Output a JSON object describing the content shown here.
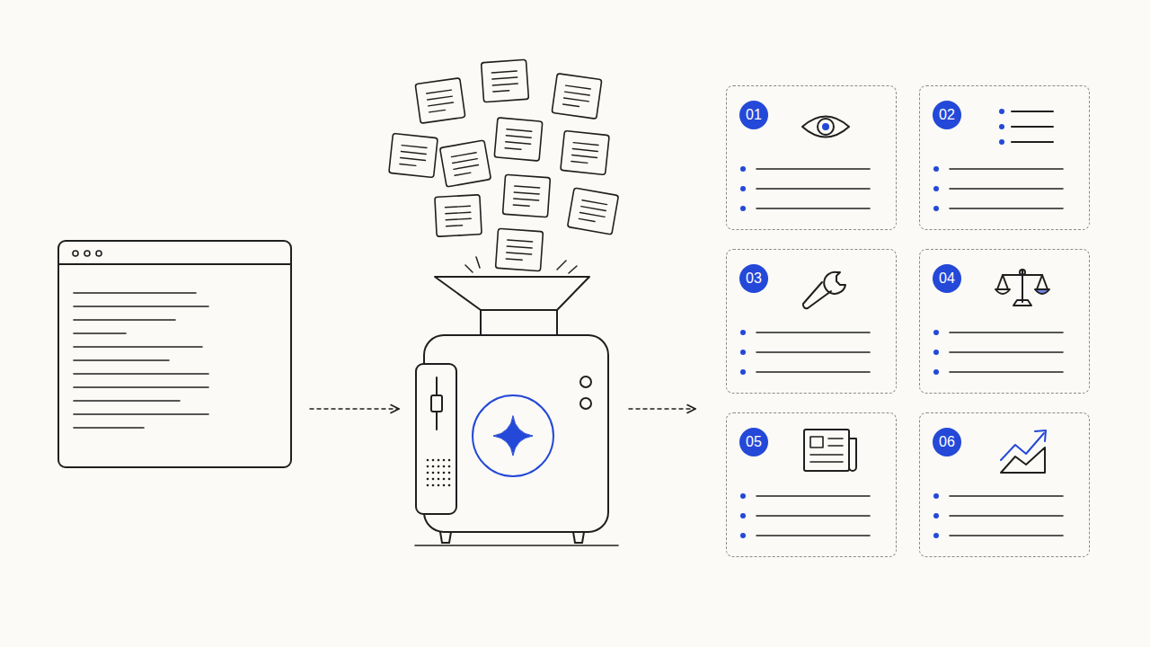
{
  "diagram": {
    "nodes": [
      {
        "text": [
          "01"
        ]
      },
      {
        "text": [
          "02"
        ]
      },
      {
        "text": [
          "03"
        ]
      },
      {
        "text": [
          "04"
        ]
      },
      {
        "text": [
          "05"
        ]
      },
      {
        "text": [
          "06"
        ]
      }
    ]
  }
}
